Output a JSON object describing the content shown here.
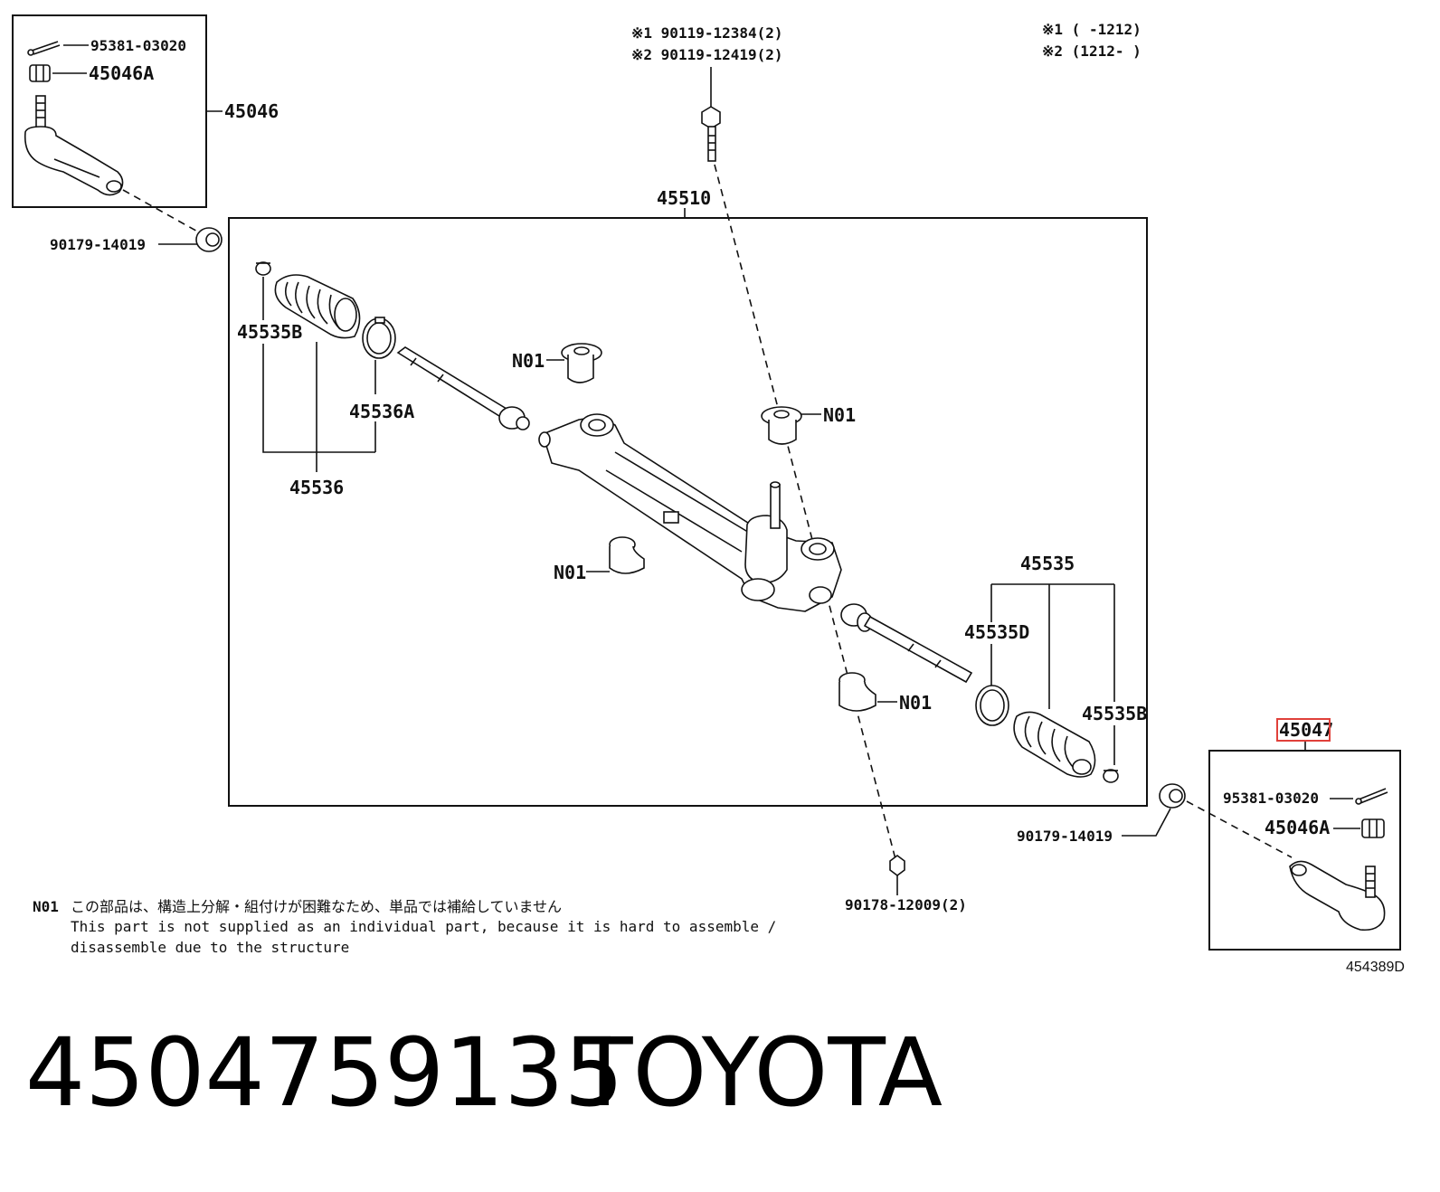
{
  "title_part_number": "4504759135",
  "title_brand": "TOYOTA",
  "diagram_ref": "454389D",
  "date_notes": {
    "note1": "※1 (     -1212)",
    "note2": "※2 (1212-     )"
  },
  "labels": {
    "cotter_pin_top": "95381-03020",
    "nut_top": "45046A",
    "tie_rod_end_left": "45046",
    "nut_left": "90179-14019",
    "bolt_1": "※1 90119-12384(2)",
    "bolt_2": "※2 90119-12419(2)",
    "rack_assy": "45510",
    "clip_left": "45535B",
    "clamp_left": "45536A",
    "boot_set_left": "45536",
    "bushing_1": "N01",
    "bushing_2": "N01",
    "bushing_3": "N01",
    "bushing_4": "N01",
    "boot_set_right": "45535",
    "clamp_right": "45535D",
    "clip_right": "45535B",
    "tie_rod_end_right": "45047",
    "cotter_pin_right": "95381-03020",
    "nut_right_box": "45046A",
    "nut_right": "90179-14019",
    "bolt_bottom": "90178-12009(2)"
  },
  "footnote": {
    "code": "N01",
    "jp": "この部品は、構造上分解・組付けが困難なため、単品では補給していません",
    "en_line1": "This part is not supplied as an individual part, because it is hard to assemble /",
    "en_line2": "disassemble due to the structure"
  }
}
